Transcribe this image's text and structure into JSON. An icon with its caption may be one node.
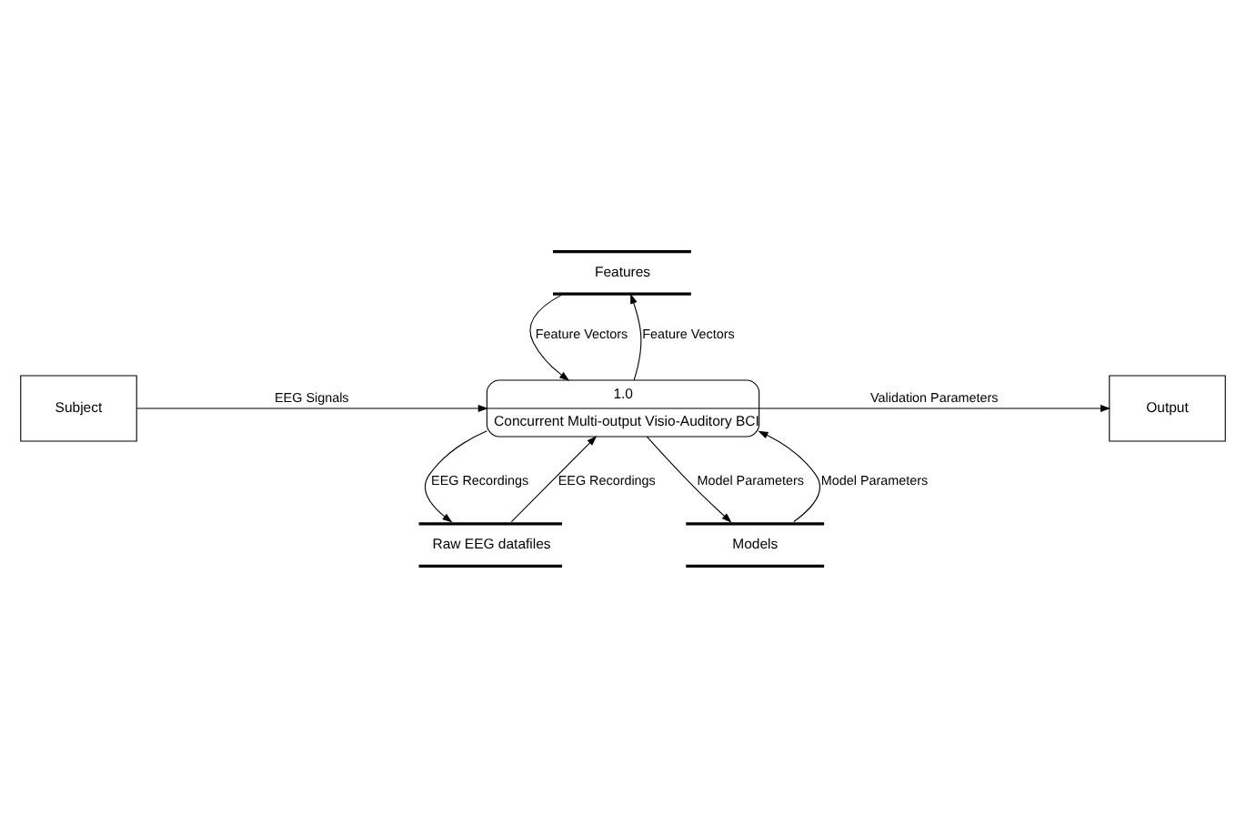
{
  "diagram": {
    "nodes": [
      {
        "text": [
          "Features"
        ]
      },
      {
        "text": [
          "1.0",
          "Concurrent Multi-output Visio-Auditory BCI"
        ]
      },
      {
        "text": [
          "Subject"
        ]
      },
      {
        "text": [
          "Output"
        ]
      },
      {
        "text": [
          "Raw EEG datafiles"
        ]
      },
      {
        "text": [
          "Models"
        ]
      }
    ],
    "edges": [
      {
        "from": 0,
        "to": 1,
        "arrow": "to",
        "label": "Feature Vectors"
      },
      {
        "from": 1,
        "to": 0,
        "arrow": "to",
        "label": "Feature Vectors"
      },
      {
        "from": 2,
        "to": 1,
        "arrow": "to",
        "label": "EEG Signals"
      },
      {
        "from": 1,
        "to": 3,
        "arrow": "to",
        "label": "Validation Parameters"
      },
      {
        "from": 4,
        "to": 1,
        "arrow": "to",
        "label": "EEG Recordings"
      },
      {
        "from": 1,
        "to": 4,
        "arrow": "to",
        "label": "EEG Recordings"
      },
      {
        "from": 1,
        "to": 5,
        "arrow": "to",
        "label": "Model Parameters"
      },
      {
        "from": 5,
        "to": 1,
        "arrow": "to",
        "label": "Model Parameters"
      }
    ]
  }
}
